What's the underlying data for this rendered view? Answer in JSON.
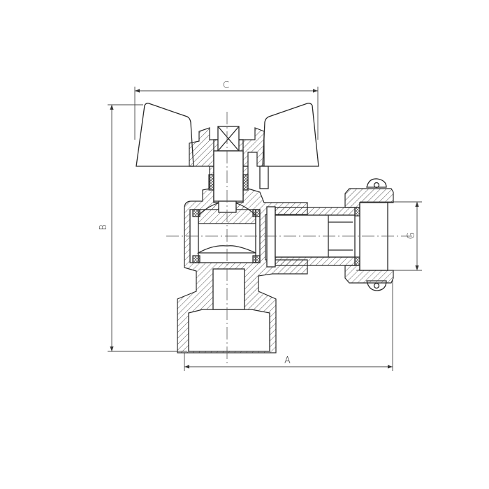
{
  "drawing": {
    "dimensions": {
      "a": "A",
      "b": "B",
      "c": "C",
      "g": "G"
    }
  }
}
